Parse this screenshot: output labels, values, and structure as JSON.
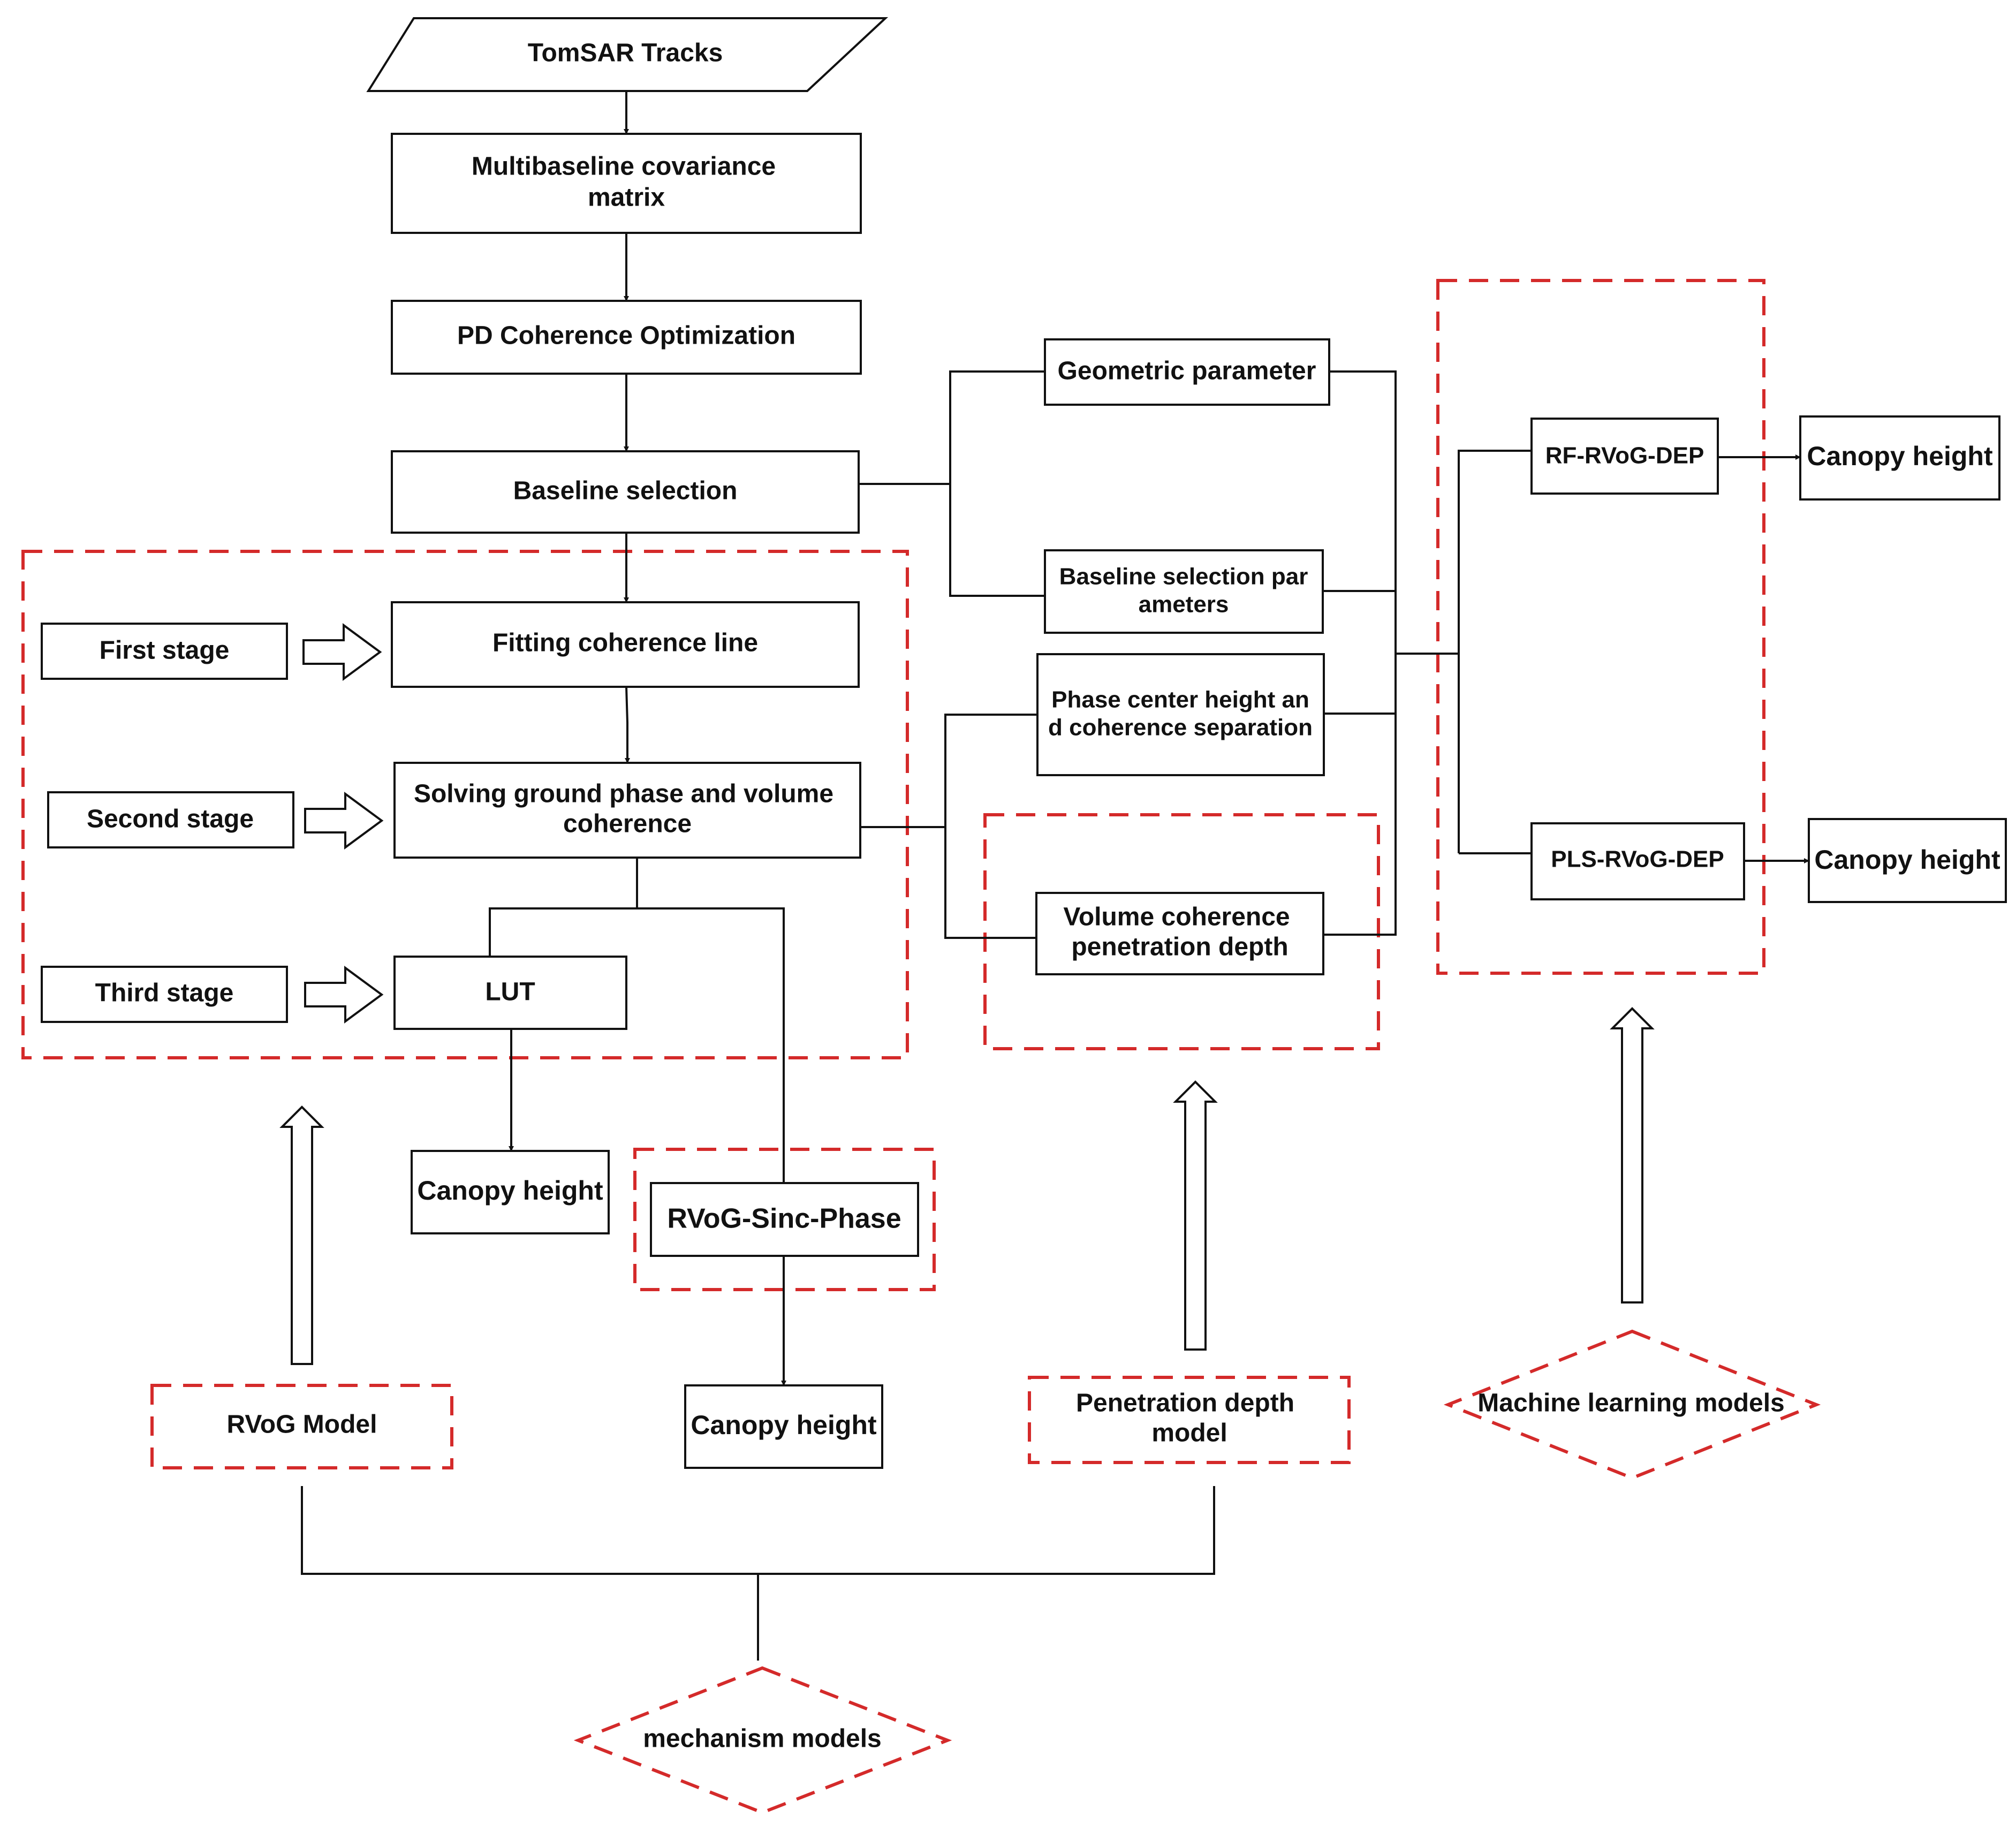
{
  "colors": {
    "ink": "#111111",
    "group_border": "#d42a2a",
    "background": "#ffffff"
  },
  "nodes": {
    "tomsar_tracks": "TomSAR Tracks",
    "covariance_matrix": [
      "Multibaseline covariance",
      "matrix"
    ],
    "coherence_optimization": "PD Coherence Optimization",
    "baseline_selection": "Baseline selection",
    "fitting_line": "Fitting coherence line",
    "solving_ground": [
      "Solving ground phase and volume",
      "coherence"
    ],
    "lut": "LUT",
    "canopy_height_lut": "Canopy height",
    "rvog_sinc_phase": "RVoG-Sinc-Phase",
    "canopy_height_sinc": "Canopy height",
    "geometric_parameter": "Geometric parameter",
    "baseline_selection_params": [
      "Baseline selection par",
      "ameters"
    ],
    "phase_center": [
      "Phase center height an",
      "d coherence separation"
    ],
    "penetration_depth": [
      "Volume coherence",
      "penetration depth"
    ],
    "rf_rvog_dep": "RF-RVoG-DEP",
    "pls_rvog_dep": "PLS-RVoG-DEP",
    "canopy_height_rf": "Canopy height",
    "canopy_height_pls": "Canopy height"
  },
  "stages": {
    "first": "First stage",
    "second": "Second stage",
    "third": "Third stage"
  },
  "models": {
    "rvog": "RVoG Model",
    "penetration_depth": [
      "Penetration depth",
      "model"
    ],
    "machine_learning": "Machine learning models",
    "mechanism": "mechanism models"
  }
}
